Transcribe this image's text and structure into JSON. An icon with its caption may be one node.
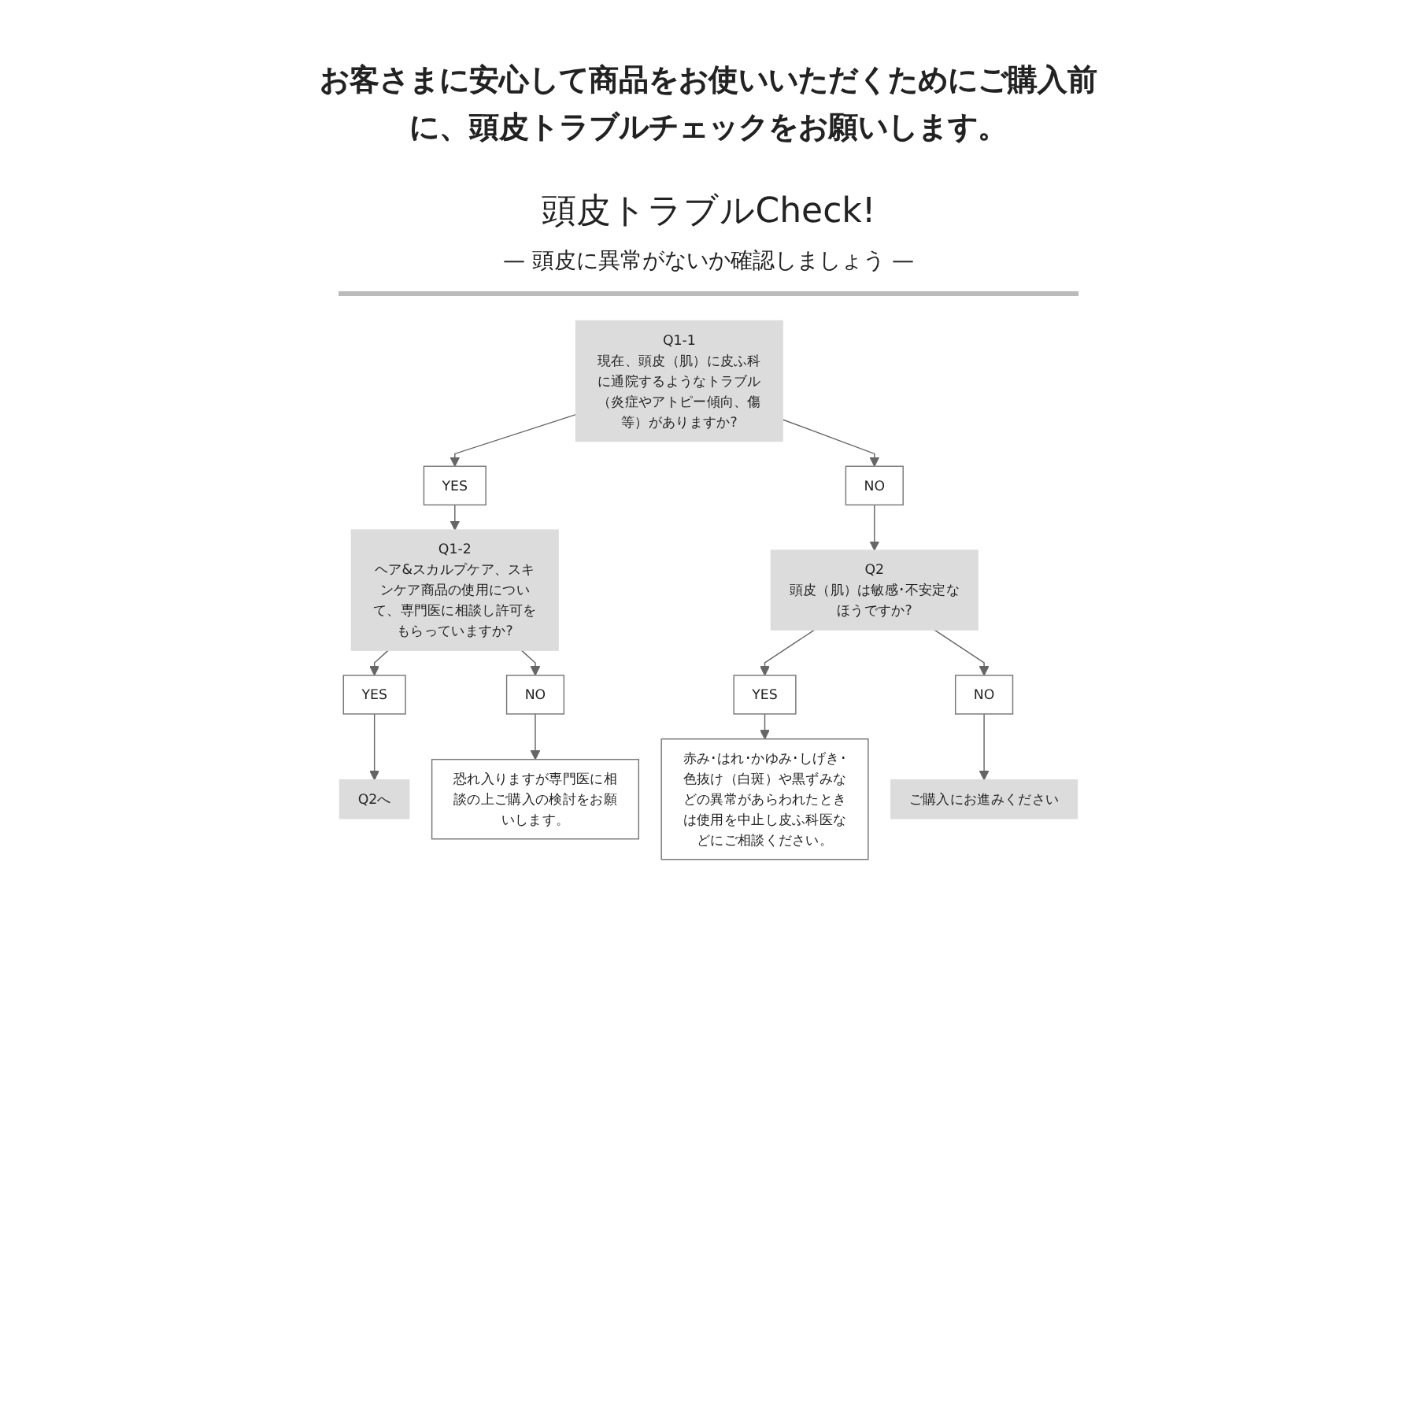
{
  "diagram": {
    "title": "頭皮トラブルCheck!",
    "nodes": [
      {
        "text": [
          "Q1-1",
          "現在、頭皮（肌）に皮ふ科に通院するようなトラブル（炎症やアトピー傾向、傷等）がありますか?"
        ]
      },
      {
        "text": [
          "YES"
        ]
      },
      {
        "text": [
          "NO"
        ]
      },
      {
        "text": [
          "Q1-2",
          "ヘア&スカルプケア、スキンケア商品の使用について、専門医に相談し許可をもらっていますか?"
        ]
      },
      {
        "text": [
          "Q2",
          "頭皮（肌）は敏感･不安定なほうですか?"
        ]
      },
      {
        "text": [
          "YES"
        ]
      },
      {
        "text": [
          "NO"
        ]
      },
      {
        "text": [
          "YES"
        ]
      },
      {
        "text": [
          "NO"
        ]
      },
      {
        "text": [
          "Q2へ"
        ]
      },
      {
        "text": [
          "恐れ入りますが専門医に相談の上ご購入の検討をお願いします。"
        ]
      },
      {
        "text": [
          "赤み･はれ･かゆみ･しげき･色抜け（白斑）や黒ずみなどの異常があらわれたときは使用を中止し皮ふ科医などにご相談ください。"
        ]
      },
      {
        "text": [
          "ご購入にお進みください"
        ]
      }
    ],
    "edges": [
      {
        "from": 0,
        "to": 1,
        "arrow": "to"
      },
      {
        "from": 0,
        "to": 2,
        "arrow": "to"
      },
      {
        "from": 1,
        "to": 3,
        "arrow": "to"
      },
      {
        "from": 2,
        "to": 4,
        "arrow": "to"
      },
      {
        "from": 3,
        "to": 5,
        "arrow": "to"
      },
      {
        "from": 3,
        "to": 6,
        "arrow": "to"
      },
      {
        "from": 4,
        "to": 7,
        "arrow": "to"
      },
      {
        "from": 4,
        "to": 8,
        "arrow": "to"
      },
      {
        "from": 5,
        "to": 9,
        "arrow": "to"
      },
      {
        "from": 6,
        "to": 10,
        "arrow": "to"
      },
      {
        "from": 7,
        "to": 11,
        "arrow": "to"
      },
      {
        "from": 8,
        "to": 12,
        "arrow": "to"
      }
    ],
    "labels": [
      "お客さまに安心して商品をお使いいただくためにご購入前に、頭皮トラブルチェックをお願いします。",
      "— 頭皮に異常がないか確認しましょう —"
    ]
  }
}
